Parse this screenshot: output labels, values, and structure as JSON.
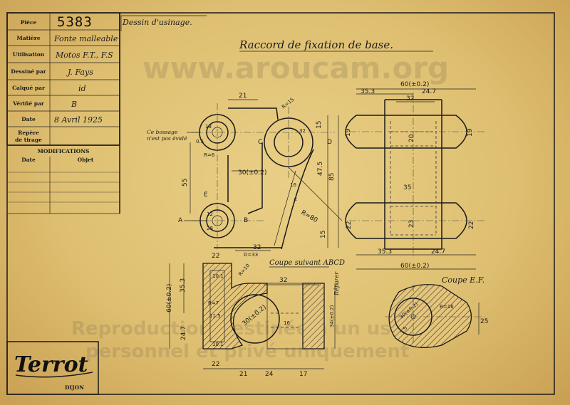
{
  "title_block": {
    "rows": [
      {
        "label": "Pièce",
        "value": "5383"
      },
      {
        "label": "Matière",
        "value": "Fonte malleable"
      },
      {
        "label": "Utilisation",
        "value": "Motos F.T., F.S"
      },
      {
        "label": "Dessiné par",
        "value": "J. Fays"
      },
      {
        "label": "Calqué par",
        "value": "id"
      },
      {
        "label": "Vérifié par",
        "value": "B"
      },
      {
        "label": "Date",
        "value": "8 Avril 1925"
      },
      {
        "label": "Repère de tirage",
        "value": ""
      }
    ],
    "repere_line1": "Repère",
    "repere_line2": "de tirage",
    "modifications": "MODIFICATIONS",
    "mod_date": "Date",
    "mod_objet": "Objet"
  },
  "header": {
    "type": "Dessin d'usinage.",
    "title": "Raccord de fixation de base."
  },
  "notes": {
    "bossage_1": "Ce bossage",
    "bossage_2": "n'est pas évidé",
    "coupe_abcd": "Coupe suivant ABCD",
    "coupe_ef": "Coupe E.F.",
    "reparer": "Réparer"
  },
  "letters": [
    "A",
    "B",
    "C",
    "D",
    "E",
    "F"
  ],
  "dims": {
    "d21": "21",
    "r15": "R=15",
    "d30": "30(±0.2)",
    "d55": "55",
    "r6": "R=6",
    "d05": "0.5",
    "d13": "13",
    "d12": "12",
    "d476": "47.5",
    "d85": "85",
    "d15": "15",
    "d16": "16",
    "r80": "R=80",
    "d32": "32",
    "d33": "D=33",
    "d60": "60(±0.2)",
    "d353": "35.3",
    "d247": "24.7",
    "d19": "19",
    "d20": "20",
    "d35": "35",
    "d22": "22",
    "d23": "23",
    "d101": "10.1",
    "r10": "R=10",
    "r7": "R=7",
    "d115": "11.5",
    "d34": "34(±0.2)",
    "d24": "24",
    "d17": "17",
    "d35b": "3.5",
    "r16": "R=16",
    "d25": "25",
    "d28": "28"
  },
  "brand": {
    "name": "Terrot",
    "city": "DIJON"
  },
  "watermark": {
    "url": "www.aroucam.org",
    "line1": "Reproduction destinée à un usage",
    "line2": "personnel et privé uniquement"
  }
}
